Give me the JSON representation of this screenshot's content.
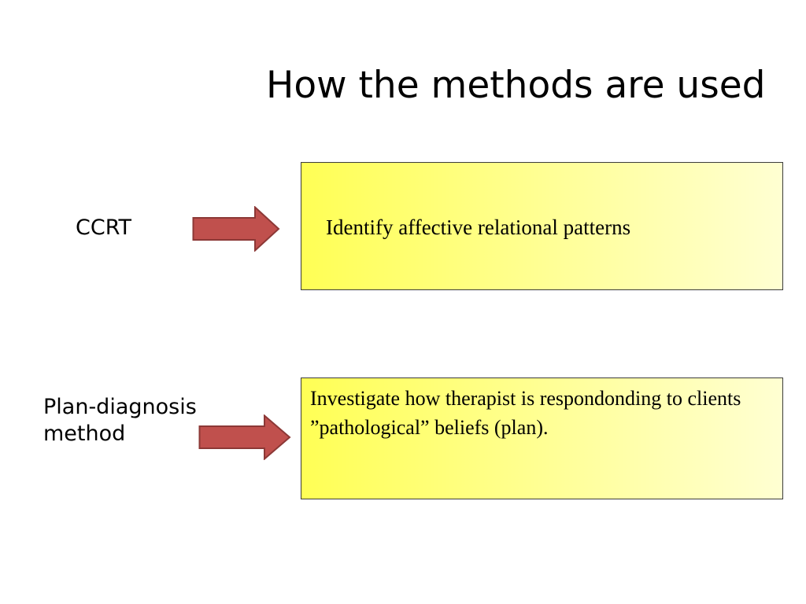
{
  "slide": {
    "title": "How the methods are used"
  },
  "rows": [
    {
      "method": "CCRT",
      "description": "Identify affective relational patterns"
    },
    {
      "method_line1": "Plan-diagnosis",
      "method_line2": "method",
      "description": "Investigate how therapist is respondonding to clients ”pathological” beliefs (plan)."
    }
  ],
  "colors": {
    "arrow_fill": "#c0504d",
    "arrow_stroke": "#8c3836",
    "box_gradient_start": "#ffff55",
    "box_gradient_end": "#ffffd2",
    "box_border": "#3c3c3c"
  },
  "icons": {
    "connector": "right-arrow-icon"
  }
}
